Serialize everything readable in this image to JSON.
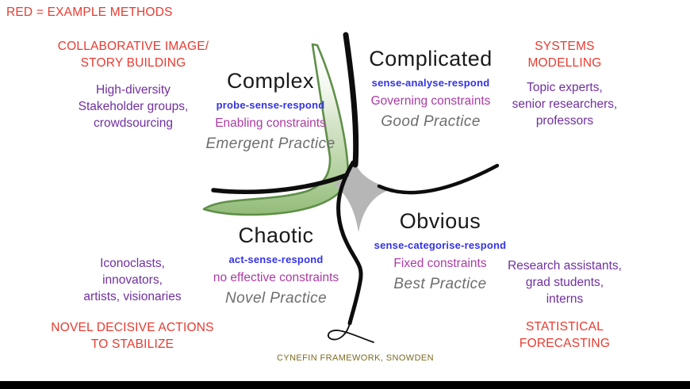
{
  "legend": {
    "text": "RED = EXAMPLE METHODS"
  },
  "caption": {
    "text": "CYNEFIN FRAMEWORK, SNOWDEN"
  },
  "quadrants": {
    "complex": {
      "title": "Complex",
      "dynamic": "probe-sense-respond",
      "constraint": "Enabling constraints",
      "practice": "Emergent Practice"
    },
    "complicated": {
      "title": "Complicated",
      "dynamic": "sense-analyse-respond",
      "constraint": "Governing constraints",
      "practice": "Good Practice"
    },
    "chaotic": {
      "title": "Chaotic",
      "dynamic": "act-sense-respond",
      "constraint": "no effective constraints",
      "practice": "Novel Practice"
    },
    "obvious": {
      "title": "Obvious",
      "dynamic": "sense-categorise-respond",
      "constraint": "Fixed constraints",
      "practice": "Best Practice"
    }
  },
  "annotations": {
    "top_left": {
      "method": [
        "COLLABORATIVE IMAGE/",
        "STORY BUILDING"
      ],
      "people": [
        "High-diversity",
        "Stakeholder groups,",
        "crowdsourcing"
      ]
    },
    "top_right": {
      "method": [
        "SYSTEMS",
        "MODELLING"
      ],
      "people": [
        "Topic experts,",
        "senior researchers,",
        "professors"
      ]
    },
    "bottom_left": {
      "people": [
        "Iconoclasts,",
        "innovators,",
        "artists, visionaries"
      ],
      "method": [
        "NOVEL DECISIVE ACTIONS",
        "TO STABILIZE"
      ]
    },
    "bottom_right": {
      "people": [
        "Research assistants,",
        "grad students,",
        "interns"
      ],
      "method": [
        "STATISTICAL",
        "FORECASTING"
      ]
    }
  },
  "colors": {
    "red": "#e83b30",
    "purple": "#7030a0",
    "blue": "#3333e6",
    "magenta": "#ac3aa5",
    "gray": "#6e6e6e",
    "black": "#1a1a1a",
    "olive": "#7d6b21",
    "green_fill": "#8cb871",
    "green_stroke": "#5f8f48",
    "disorder_gray": "#b6b6b6",
    "curve_black": "#0d0d0d"
  }
}
